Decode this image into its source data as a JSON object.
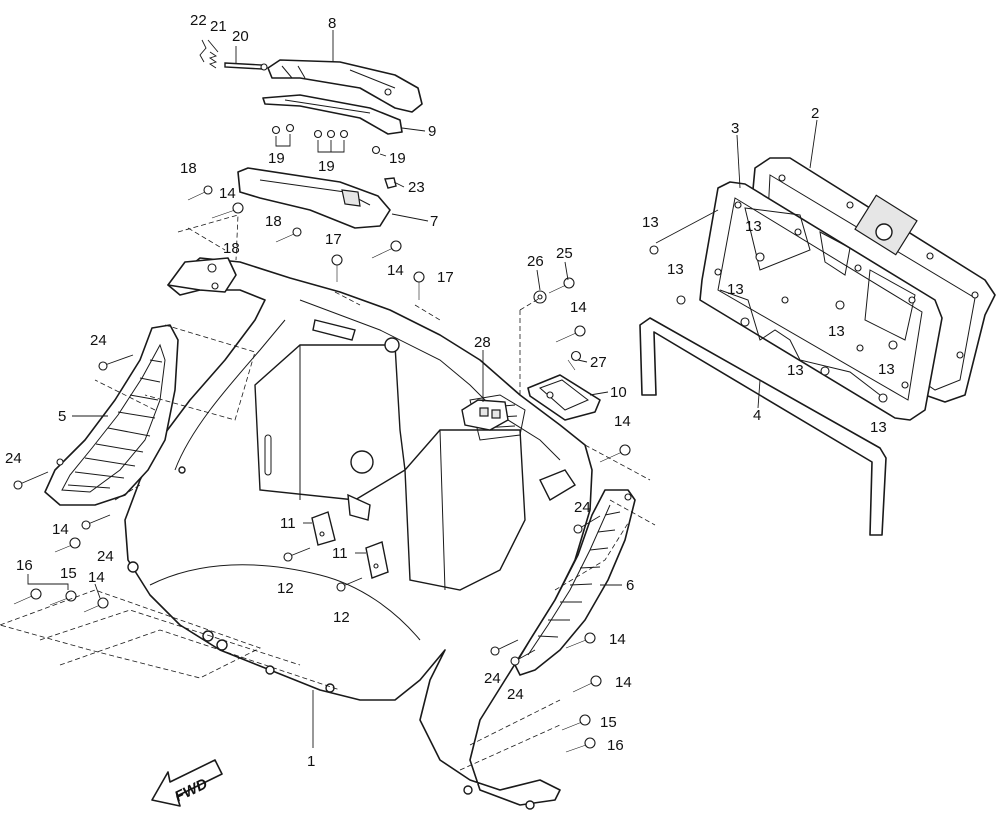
{
  "callouts": [
    {
      "id": "c1",
      "text": "1"
    },
    {
      "id": "c2",
      "text": "2"
    },
    {
      "id": "c3",
      "text": "3"
    },
    {
      "id": "c4",
      "text": "4"
    },
    {
      "id": "c5",
      "text": "5"
    },
    {
      "id": "c6",
      "text": "6"
    },
    {
      "id": "c7",
      "text": "7"
    },
    {
      "id": "c8",
      "text": "8"
    },
    {
      "id": "c9",
      "text": "9"
    },
    {
      "id": "c10",
      "text": "10"
    },
    {
      "id": "c11a",
      "text": "11"
    },
    {
      "id": "c11b",
      "text": "11"
    },
    {
      "id": "c12a",
      "text": "12"
    },
    {
      "id": "c12b",
      "text": "12"
    },
    {
      "id": "c13a",
      "text": "13"
    },
    {
      "id": "c13b",
      "text": "13"
    },
    {
      "id": "c13c",
      "text": "13"
    },
    {
      "id": "c13d",
      "text": "13"
    },
    {
      "id": "c13e",
      "text": "13"
    },
    {
      "id": "c13f",
      "text": "13"
    },
    {
      "id": "c13g",
      "text": "13"
    },
    {
      "id": "c13h",
      "text": "13"
    },
    {
      "id": "c14a",
      "text": "14"
    },
    {
      "id": "c14b",
      "text": "14"
    },
    {
      "id": "c14c",
      "text": "14"
    },
    {
      "id": "c14d",
      "text": "14"
    },
    {
      "id": "c14e",
      "text": "14"
    },
    {
      "id": "c14f",
      "text": "14"
    },
    {
      "id": "c14g",
      "text": "14"
    },
    {
      "id": "c14h",
      "text": "14"
    },
    {
      "id": "c15a",
      "text": "15"
    },
    {
      "id": "c15b",
      "text": "15"
    },
    {
      "id": "c16a",
      "text": "16"
    },
    {
      "id": "c16b",
      "text": "16"
    },
    {
      "id": "c17a",
      "text": "17"
    },
    {
      "id": "c17b",
      "text": "17"
    },
    {
      "id": "c18a",
      "text": "18"
    },
    {
      "id": "c18b",
      "text": "18"
    },
    {
      "id": "c18c",
      "text": "18"
    },
    {
      "id": "c19a",
      "text": "19"
    },
    {
      "id": "c19b",
      "text": "19"
    },
    {
      "id": "c19c",
      "text": "19"
    },
    {
      "id": "c20",
      "text": "20"
    },
    {
      "id": "c21",
      "text": "21"
    },
    {
      "id": "c22",
      "text": "22"
    },
    {
      "id": "c23",
      "text": "23"
    },
    {
      "id": "c24a",
      "text": "24"
    },
    {
      "id": "c24b",
      "text": "24"
    },
    {
      "id": "c24c",
      "text": "24"
    },
    {
      "id": "c24d",
      "text": "24"
    },
    {
      "id": "c24e",
      "text": "24"
    },
    {
      "id": "c24f",
      "text": "24"
    },
    {
      "id": "c25",
      "text": "25"
    },
    {
      "id": "c26",
      "text": "26"
    },
    {
      "id": "c27",
      "text": "27"
    },
    {
      "id": "c28",
      "text": "28"
    }
  ],
  "direction_label": "FWD"
}
